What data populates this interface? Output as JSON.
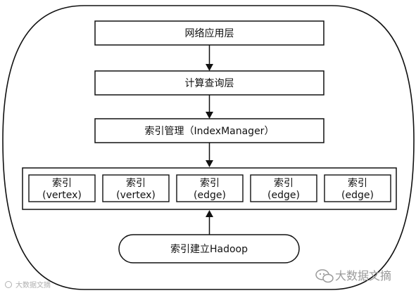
{
  "layers": {
    "network_app": "网络应用层",
    "compute_query": "计算查询层",
    "index_manager": "索引管理（IndexManager）"
  },
  "indexes": [
    {
      "label": "索引",
      "sub": "(vertex)"
    },
    {
      "label": "索引",
      "sub": "(vertex)"
    },
    {
      "label": "索引",
      "sub": "(edge)"
    },
    {
      "label": "索引",
      "sub": "(edge)"
    },
    {
      "label": "索引",
      "sub": "(edge)"
    }
  ],
  "build": {
    "label": "索引建立Hadoop"
  },
  "watermark": {
    "right": "大数据文摘",
    "left": "大数据文摘"
  },
  "colors": {
    "stroke": "#111111",
    "watermark": "#9a9a9a"
  }
}
